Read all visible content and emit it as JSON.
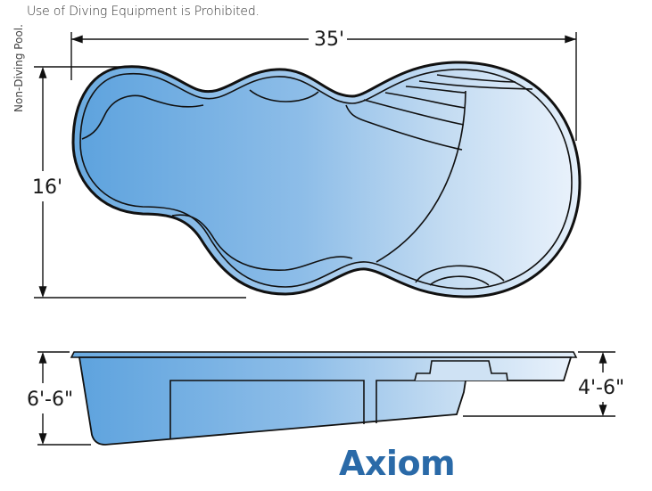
{
  "notice": "Use of Diving Equipment is Prohibited.",
  "side_note": "Non-Diving Pool.",
  "model_name": "Axiom",
  "colors": {
    "water_deep": "#5ea3de",
    "water_mid": "#8dbde8",
    "water_shallow": "#e6f0fa",
    "outline": "#111111",
    "title": "#2a6aa8"
  },
  "plan_view": {
    "length_label": "35'",
    "width_label": "16'"
  },
  "profile_view": {
    "deep_end_depth_label": "6'-6\"",
    "shallow_end_depth_label": "4'-6\""
  }
}
